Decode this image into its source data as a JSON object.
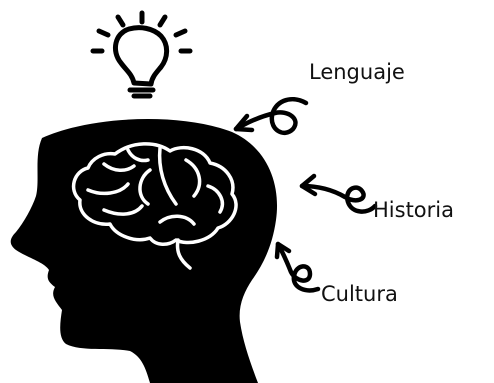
{
  "labels": {
    "language": "Lenguaje",
    "history": "Historia",
    "culture": "Cultura"
  },
  "colors": {
    "ink": "#000000",
    "background": "#ffffff"
  },
  "icons": {
    "idea": "lightbulb-icon",
    "mind": "brain-icon",
    "head": "head-silhouette-icon"
  }
}
